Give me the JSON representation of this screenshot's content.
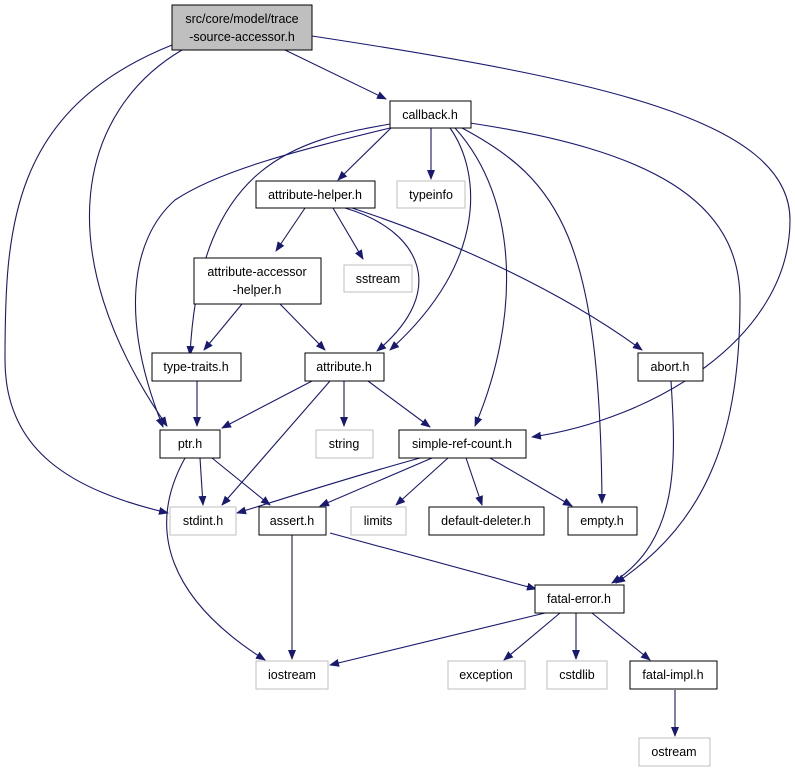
{
  "diagram": {
    "edge_color": "#191970",
    "nodes": {
      "trace_source_accessor": {
        "label_line1": "src/core/model/trace",
        "label_line2": "-source-accessor.h",
        "kind": "main"
      },
      "callback": {
        "label": "callback.h",
        "kind": "local"
      },
      "attribute_helper": {
        "label": "attribute-helper.h",
        "kind": "local"
      },
      "typeinfo": {
        "label": "typeinfo",
        "kind": "system"
      },
      "attribute_accessor_helper": {
        "label_line1": "attribute-accessor",
        "label_line2": "-helper.h",
        "kind": "local"
      },
      "sstream": {
        "label": "sstream",
        "kind": "system"
      },
      "type_traits": {
        "label": "type-traits.h",
        "kind": "local"
      },
      "attribute": {
        "label": "attribute.h",
        "kind": "local"
      },
      "abort": {
        "label": "abort.h",
        "kind": "local"
      },
      "ptr": {
        "label": "ptr.h",
        "kind": "local"
      },
      "string": {
        "label": "string",
        "kind": "system"
      },
      "simple_ref_count": {
        "label": "simple-ref-count.h",
        "kind": "local"
      },
      "stdint": {
        "label": "stdint.h",
        "kind": "system"
      },
      "assert": {
        "label": "assert.h",
        "kind": "local"
      },
      "limits": {
        "label": "limits",
        "kind": "system"
      },
      "default_deleter": {
        "label": "default-deleter.h",
        "kind": "local"
      },
      "empty": {
        "label": "empty.h",
        "kind": "local"
      },
      "fatal_error": {
        "label": "fatal-error.h",
        "kind": "local"
      },
      "iostream": {
        "label": "iostream",
        "kind": "system"
      },
      "exception": {
        "label": "exception",
        "kind": "system"
      },
      "cstdlib": {
        "label": "cstdlib",
        "kind": "system"
      },
      "fatal_impl": {
        "label": "fatal-impl.h",
        "kind": "local"
      },
      "ostream": {
        "label": "ostream",
        "kind": "system"
      }
    },
    "edges": [
      [
        "trace_source_accessor",
        "callback"
      ],
      [
        "trace_source_accessor",
        "ptr"
      ],
      [
        "trace_source_accessor",
        "stdint"
      ],
      [
        "trace_source_accessor",
        "simple_ref_count"
      ],
      [
        "callback",
        "attribute_helper"
      ],
      [
        "callback",
        "typeinfo"
      ],
      [
        "callback",
        "type_traits"
      ],
      [
        "callback",
        "ptr"
      ],
      [
        "callback",
        "attribute"
      ],
      [
        "callback",
        "simple_ref_count"
      ],
      [
        "callback",
        "empty"
      ],
      [
        "callback",
        "fatal_error"
      ],
      [
        "attribute_helper",
        "attribute_accessor_helper"
      ],
      [
        "attribute_helper",
        "sstream"
      ],
      [
        "attribute_helper",
        "attribute"
      ],
      [
        "attribute_helper",
        "abort"
      ],
      [
        "attribute_accessor_helper",
        "type_traits"
      ],
      [
        "attribute_accessor_helper",
        "attribute"
      ],
      [
        "type_traits",
        "ptr"
      ],
      [
        "attribute",
        "ptr"
      ],
      [
        "attribute",
        "string"
      ],
      [
        "attribute",
        "simple_ref_count"
      ],
      [
        "attribute",
        "stdint"
      ],
      [
        "abort",
        "fatal_error"
      ],
      [
        "ptr",
        "stdint"
      ],
      [
        "ptr",
        "assert"
      ],
      [
        "ptr",
        "iostream"
      ],
      [
        "simple_ref_count",
        "stdint"
      ],
      [
        "simple_ref_count",
        "assert"
      ],
      [
        "simple_ref_count",
        "limits"
      ],
      [
        "simple_ref_count",
        "default_deleter"
      ],
      [
        "simple_ref_count",
        "empty"
      ],
      [
        "assert",
        "iostream"
      ],
      [
        "assert",
        "fatal_error"
      ],
      [
        "fatal_error",
        "iostream"
      ],
      [
        "fatal_error",
        "exception"
      ],
      [
        "fatal_error",
        "cstdlib"
      ],
      [
        "fatal_error",
        "fatal_impl"
      ],
      [
        "fatal_impl",
        "ostream"
      ]
    ]
  }
}
